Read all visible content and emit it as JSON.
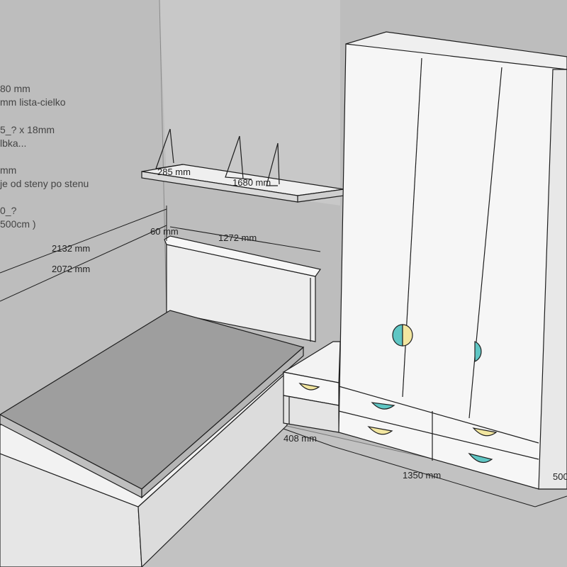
{
  "notes": [
    "80 mm",
    "mm lista-cielko",
    "",
    "5_? x 18mm",
    "lbka...",
    "",
    "mm",
    "je od steny po stenu",
    "",
    "0_?",
    "500cm )"
  ],
  "dimensions": {
    "shelf_depth": "285 mm",
    "shelf_length": "1680 mm",
    "strip_height": "60 mm",
    "headboard_width": "1272 mm",
    "length_upper": "2132 mm",
    "length_lower": "2072 mm",
    "nightstand_width": "408 mm",
    "wardrobe_width": "1350 mm",
    "wardrobe_depth": "500"
  },
  "colors": {
    "wall": "#bdbdbd",
    "floor": "#c3c3c3",
    "furniture": "#f4f4f4",
    "outline": "#1e1e1e",
    "mattress": "#9e9e9e",
    "handle_yellow": "#f2e6a0",
    "handle_teal": "#5fc6c4"
  }
}
